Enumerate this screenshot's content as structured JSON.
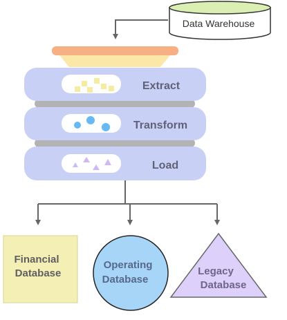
{
  "diagram": {
    "source": {
      "label": "Data Warehouse",
      "shape": "cylinder",
      "fill": "#dcefb2"
    },
    "funnel": {
      "rim_color": "#f7b084",
      "body_color": "#fbe7a8"
    },
    "stages": [
      {
        "label": "Extract",
        "marker": "square",
        "marker_color": "#f4eca2"
      },
      {
        "label": "Transform",
        "marker": "circle",
        "marker_color": "#67b8f3"
      },
      {
        "label": "Load",
        "marker": "triangle",
        "marker_color": "#cdbaf5"
      }
    ],
    "stage_fill": "#c8d1f5",
    "separator_color": "#b3b3b3",
    "targets": [
      {
        "label_line1": "Financial",
        "label_line2": "Database",
        "shape": "square",
        "fill": "#f3efb5",
        "text_color": "#5f5f5f"
      },
      {
        "label_line1": "Operating",
        "label_line2": "Database",
        "shape": "circle",
        "fill": "#a6d5f7",
        "text_color": "#57698a"
      },
      {
        "label_line1": "Legacy",
        "label_line2": "Database",
        "shape": "triangle",
        "fill": "#ddd0fb",
        "text_color": "#6f6489"
      }
    ],
    "connector_color": "#666666"
  }
}
